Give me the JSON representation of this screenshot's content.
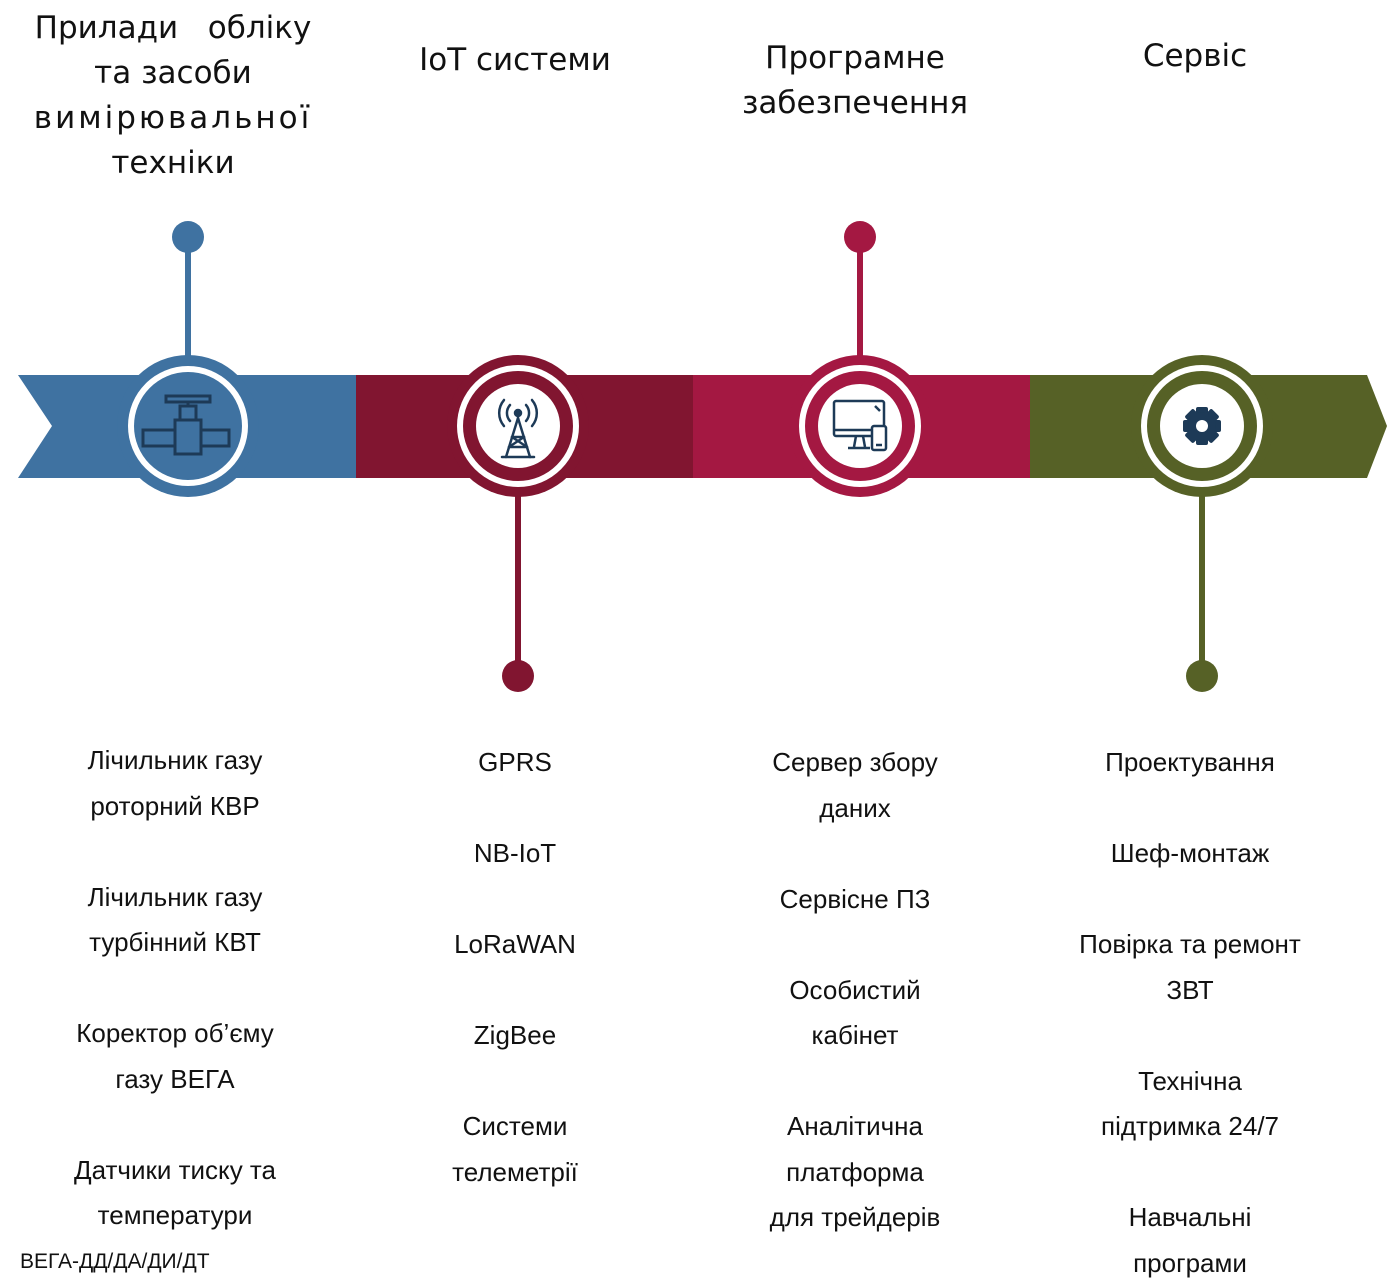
{
  "colors": {
    "blue": "#3f72a1",
    "dark_red": "#811530",
    "crimson": "#a41842",
    "olive": "#566126",
    "icon_dark": "#1d3a57"
  },
  "stages": [
    {
      "title_lines": [
        "Прилади   обліку",
        "та засоби",
        "вимірювальної",
        "техніки"
      ],
      "icon": "valve-icon",
      "items": [
        [
          "Лічильник газу",
          "роторний КВР"
        ],
        [
          "Лічильник газу",
          "турбінний КВТ"
        ],
        [
          "Коректор об’єму",
          "газу ВЕГА"
        ],
        [
          "Датчики тиску та",
          "температури",
          "ВЕГА-ДД/ДА/ДИ/ДТ"
        ]
      ]
    },
    {
      "title_lines": [
        "IoT системи"
      ],
      "icon": "antenna-tower-icon",
      "items": [
        [
          "GPRS"
        ],
        [
          "NB-IoT"
        ],
        [
          "LoRaWAN"
        ],
        [
          "ZigBee"
        ],
        [
          "Системи",
          "телеметрії"
        ]
      ]
    },
    {
      "title_lines": [
        "Програмне",
        "забезпечення"
      ],
      "icon": "computer-devices-icon",
      "items": [
        [
          "Сервер збору",
          "даних"
        ],
        [
          "Сервісне ПЗ"
        ],
        [
          "Особистий",
          "кабінет"
        ],
        [
          "Аналітична",
          "платформа",
          "для трейдерів"
        ]
      ]
    },
    {
      "title_lines": [
        "Сервіс"
      ],
      "icon": "gear-icon",
      "items": [
        [
          "Проектування"
        ],
        [
          "Шеф-монтаж"
        ],
        [
          "Повірка та ремонт",
          "ЗВТ"
        ],
        [
          "Технічна",
          "підтримка 24/7"
        ],
        [
          "Навчальні",
          "програми"
        ]
      ]
    }
  ]
}
